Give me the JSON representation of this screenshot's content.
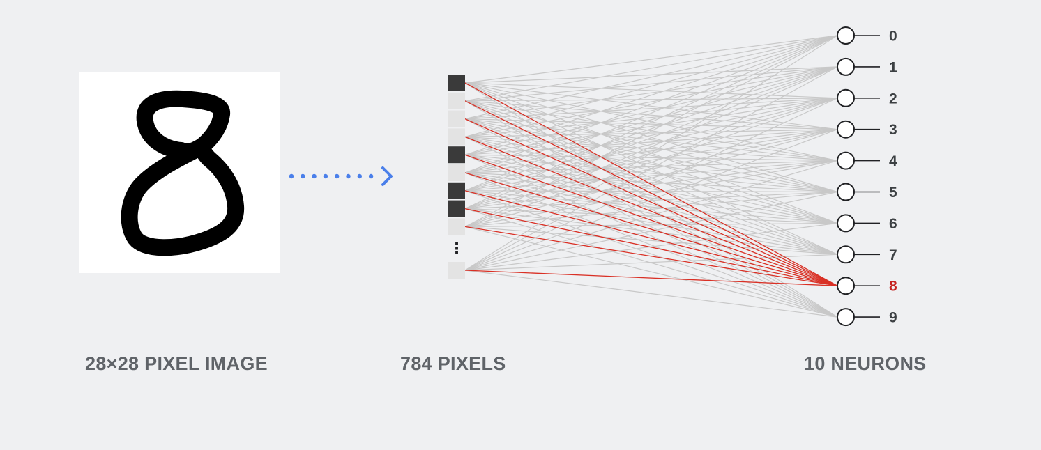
{
  "captions": {
    "image": "28×28 PIXEL IMAGE",
    "pixels": "784 PIXELS",
    "neurons": "10 NEURONS"
  },
  "digit": {
    "shown": "8"
  },
  "input_pixels": {
    "shades": [
      "dark",
      "light",
      "light",
      "light",
      "dark",
      "light",
      "dark",
      "dark",
      "light"
    ],
    "last_shade": "light",
    "ellipsis": "⋮"
  },
  "output_neurons": {
    "labels": [
      "0",
      "1",
      "2",
      "3",
      "4",
      "5",
      "6",
      "7",
      "8",
      "9"
    ],
    "active": "8"
  },
  "colors": {
    "background": "#eff0f2",
    "pixel_dark": "#3a3a3a",
    "pixel_light": "#e3e3e3",
    "connection": "#c8c8c8",
    "active_connection": "#d93025",
    "active_label": "#c5221f",
    "arrow": "#4a7fea",
    "caption": "#5f6368"
  }
}
